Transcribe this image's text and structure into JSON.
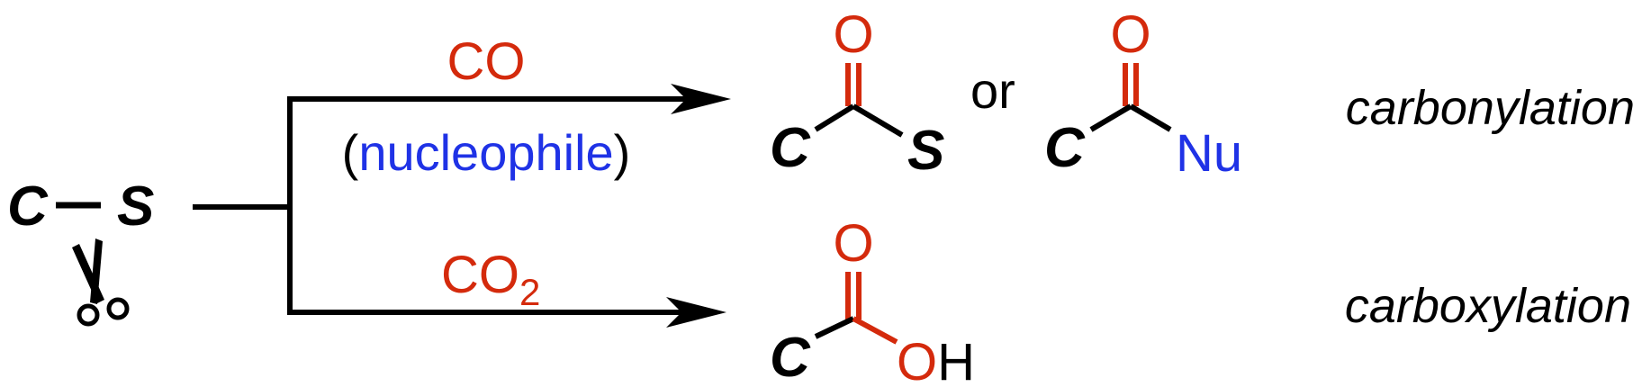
{
  "reactant": {
    "c": "C",
    "s": "S"
  },
  "top_reagent": {
    "co": "CO",
    "open": "(",
    "nucleophile": "nucleophile",
    "close": ")"
  },
  "bottom_reagent": {
    "co": "CO",
    "sub": "2"
  },
  "products": {
    "thioester": {
      "o": "O",
      "c": "C",
      "s": "S"
    },
    "or": "or",
    "amide": {
      "o": "O",
      "c": "C",
      "nu": "Nu"
    },
    "acid": {
      "o": "O",
      "c": "C",
      "oh_o": "O",
      "oh_h": "H"
    }
  },
  "labels": {
    "carbonylation": "carbonylation",
    "carboxylation": "carboxylation"
  },
  "colors": {
    "black": "#000000",
    "red": "#d42a0c",
    "blue": "#1f32e6"
  },
  "icons": {
    "scissors": "scissors-icon"
  }
}
